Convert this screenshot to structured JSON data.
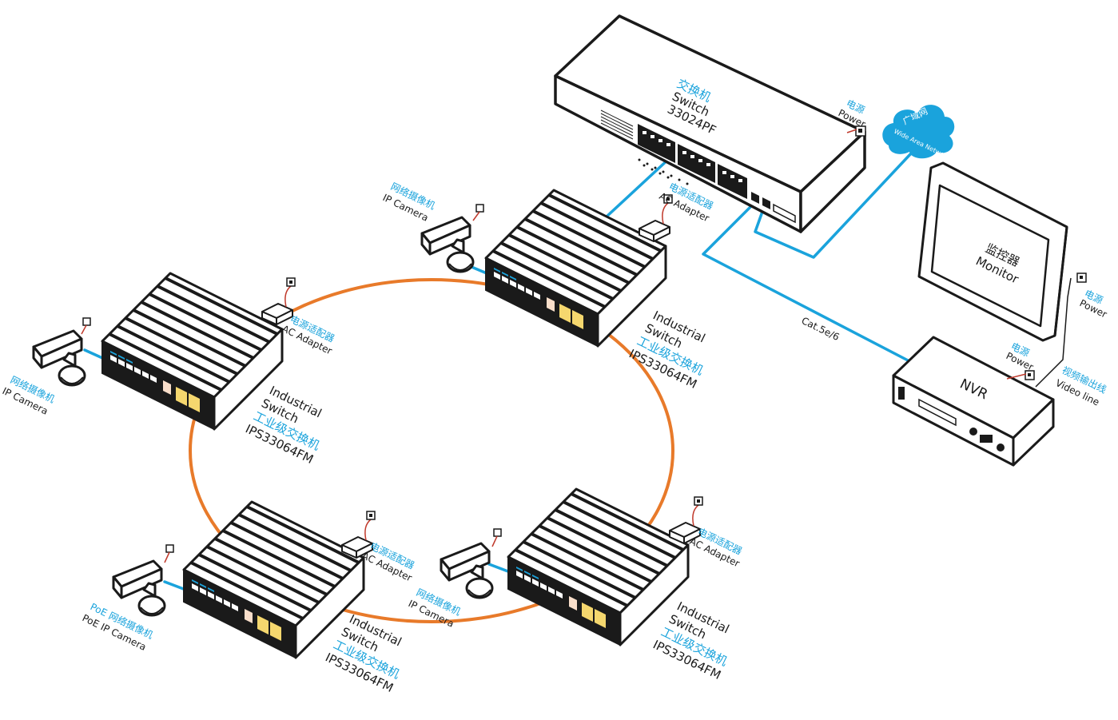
{
  "core_switch": {
    "cn": "交换机",
    "en": "Switch",
    "model": "33024PF"
  },
  "core_power": {
    "cn": "电源",
    "en": "Power"
  },
  "cloud": {
    "cn": "广域网",
    "en": "Wide Area Network"
  },
  "monitor": {
    "cn": "监控器",
    "en": "Monitor"
  },
  "monitor_power": {
    "cn": "电源",
    "en": "Power"
  },
  "nvr": {
    "label": "NVR"
  },
  "nvr_power": {
    "cn": "电源",
    "en": "Power"
  },
  "video_line": {
    "cn": "视频输出线",
    "en": "Video line"
  },
  "cable_label": "Cat.5e/6",
  "industrial_switch": {
    "en1": "Industrial",
    "en2": "Switch",
    "cn": "工业级交换机",
    "model": "IPS33064FM"
  },
  "adapter": {
    "cn": "电源适配器",
    "en": "AC Adapter"
  },
  "ip_camera": {
    "cn": "网络摄像机",
    "en": "IP Camera"
  },
  "poe_camera": {
    "cn": "PoE 网络摄像机",
    "en": "PoE IP Camera"
  },
  "colors": {
    "accent": "#1aa3dc",
    "ring": "#e87a2a",
    "outline": "#1a1a1a",
    "power_wire": "#c0392b"
  }
}
